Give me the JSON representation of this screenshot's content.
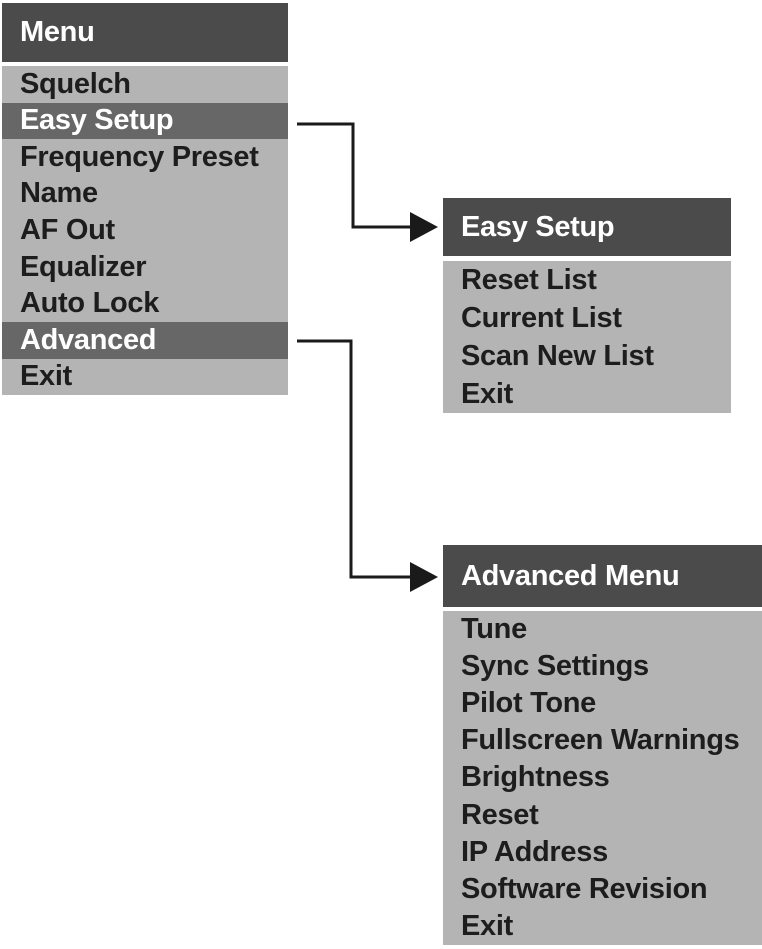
{
  "colors": {
    "background": "#ffffff",
    "header_bg": "#4b4b4b",
    "header_text": "#ffffff",
    "item_bg": "#b4b4b4",
    "item_text": "#1d1d1d",
    "highlight_bg": "#676767",
    "highlight_text": "#ffffff",
    "connector_color": "#1a1a1a"
  },
  "menus": {
    "main": {
      "title": "Menu",
      "items": [
        {
          "label": "Squelch",
          "highlighted": false
        },
        {
          "label": "Easy Setup",
          "highlighted": true
        },
        {
          "label": "Frequency Preset",
          "highlighted": false
        },
        {
          "label": "Name",
          "highlighted": false
        },
        {
          "label": "AF Out",
          "highlighted": false
        },
        {
          "label": "Equalizer",
          "highlighted": false
        },
        {
          "label": "Auto Lock",
          "highlighted": false
        },
        {
          "label": "Advanced",
          "highlighted": true
        },
        {
          "label": "Exit",
          "highlighted": false
        }
      ]
    },
    "easy_setup": {
      "title": "Easy Setup",
      "items": [
        {
          "label": "Reset List",
          "highlighted": false
        },
        {
          "label": "Current List",
          "highlighted": false
        },
        {
          "label": "Scan New List",
          "highlighted": false
        },
        {
          "label": "Exit",
          "highlighted": false
        }
      ]
    },
    "advanced": {
      "title": "Advanced Menu",
      "items": [
        {
          "label": "Tune",
          "highlighted": false
        },
        {
          "label": "Sync Settings",
          "highlighted": false
        },
        {
          "label": "Pilot Tone",
          "highlighted": false
        },
        {
          "label": "Fullscreen Warnings",
          "highlighted": false
        },
        {
          "label": "Brightness",
          "highlighted": false
        },
        {
          "label": "Reset",
          "highlighted": false
        },
        {
          "label": "IP Address",
          "highlighted": false
        },
        {
          "label": "Software Revision",
          "highlighted": false
        },
        {
          "label": "Exit",
          "highlighted": false
        }
      ]
    }
  },
  "connectors": [
    {
      "from": "main-menu-easy-setup-item",
      "to": "easy-setup-panel"
    },
    {
      "from": "main-menu-advanced-item",
      "to": "advanced-menu-panel"
    }
  ]
}
